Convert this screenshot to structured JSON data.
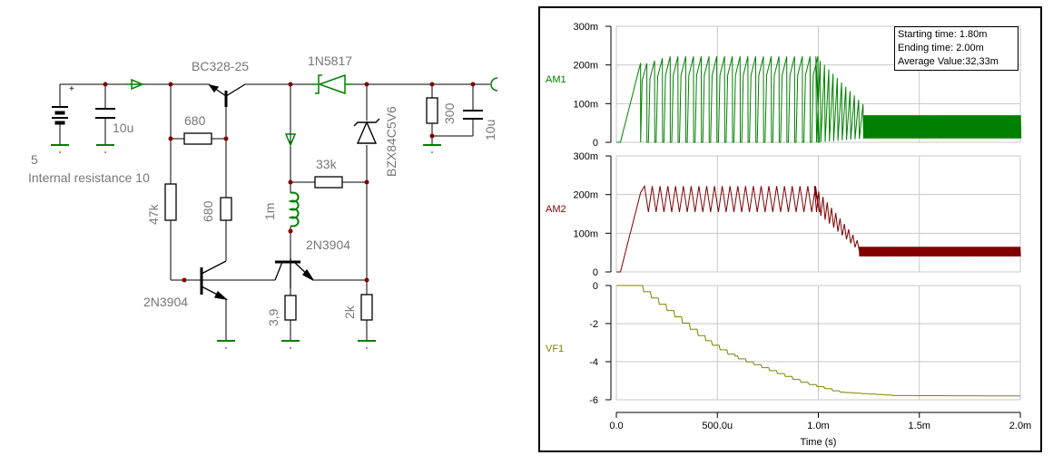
{
  "schematic": {
    "source": {
      "value": "5",
      "note": "Internal resistance 10"
    },
    "c_in": "10u",
    "q1": "BC328-25",
    "d1": "1N5817",
    "zener": "BZX84C5V6",
    "r_load": "300",
    "c_out": "10u",
    "r_be": "680",
    "r_680b": "680",
    "r_47k": "47k",
    "l1": "1m",
    "r_33k": "33k",
    "q2": "2N3904",
    "q3": "2N3904",
    "r_3_9": "3,9",
    "r_2k": "2k",
    "plus_sign": "+"
  },
  "stats": {
    "start": "Starting time: 1.80m",
    "end": "Ending time: 2.00m",
    "avg": "Average Value:32,33m"
  },
  "chart_data": [
    {
      "type": "line",
      "name": "AM1",
      "color": "#008000",
      "y_ticks": [
        "0",
        "100m",
        "200m",
        "300m"
      ],
      "ylim": [
        0,
        0.3
      ],
      "x_start": 0,
      "x_end": 0.002,
      "ramp": {
        "from_x": 2e-05,
        "to_x": 0.00012,
        "to_y": 0.205
      },
      "pulses": {
        "from_x": 0.00012,
        "period": 3.85e-05,
        "count": 23,
        "peak": 0.222,
        "floor": 0
      },
      "decay": {
        "from_x": 0.00097,
        "to_x": 0.00122,
        "peak_end": 0.09,
        "floor_end": 0.01
      },
      "steady": {
        "from_x": 0.00122,
        "to_x": 0.002,
        "min": 0.01,
        "max": 0.07
      }
    },
    {
      "type": "line",
      "name": "AM2",
      "color": "#800000",
      "y_ticks": [
        "0",
        "100m",
        "200m",
        "300m"
      ],
      "ylim": [
        0,
        0.3
      ],
      "x_start": 0,
      "x_end": 0.002,
      "ramp": {
        "from_x": 2e-05,
        "to_x": 0.00012,
        "to_y": 0.205
      },
      "ripple": {
        "from_x": 0.00012,
        "to_x": 0.00097,
        "period": 3.85e-05,
        "min": 0.155,
        "max": 0.222
      },
      "decay": {
        "from_x": 0.00097,
        "to_x": 0.0012,
        "max_end": 0.07,
        "min_end": 0.045
      },
      "steady": {
        "from_x": 0.0012,
        "to_x": 0.002,
        "min": 0.04,
        "max": 0.065
      }
    },
    {
      "type": "line",
      "name": "VF1",
      "color": "#808000",
      "y_ticks": [
        "0",
        "-2",
        "-4",
        "-6"
      ],
      "ylim": [
        -6,
        0
      ],
      "points": [
        [
          0,
          0
        ],
        [
          0.00013,
          0
        ],
        [
          0.00047,
          -2.9
        ],
        [
          0.0006,
          -3.7
        ],
        [
          0.00095,
          -5.1
        ],
        [
          0.00113,
          -5.6
        ],
        [
          0.0014,
          -5.78
        ],
        [
          0.002,
          -5.8
        ]
      ],
      "step_period": 3.85e-05
    }
  ],
  "x_axis": {
    "label": "Time (s)",
    "ticks": [
      "0.0",
      "500.0u",
      "1.0m",
      "1.5m",
      "2.0m"
    ],
    "range": [
      0,
      0.002
    ]
  }
}
